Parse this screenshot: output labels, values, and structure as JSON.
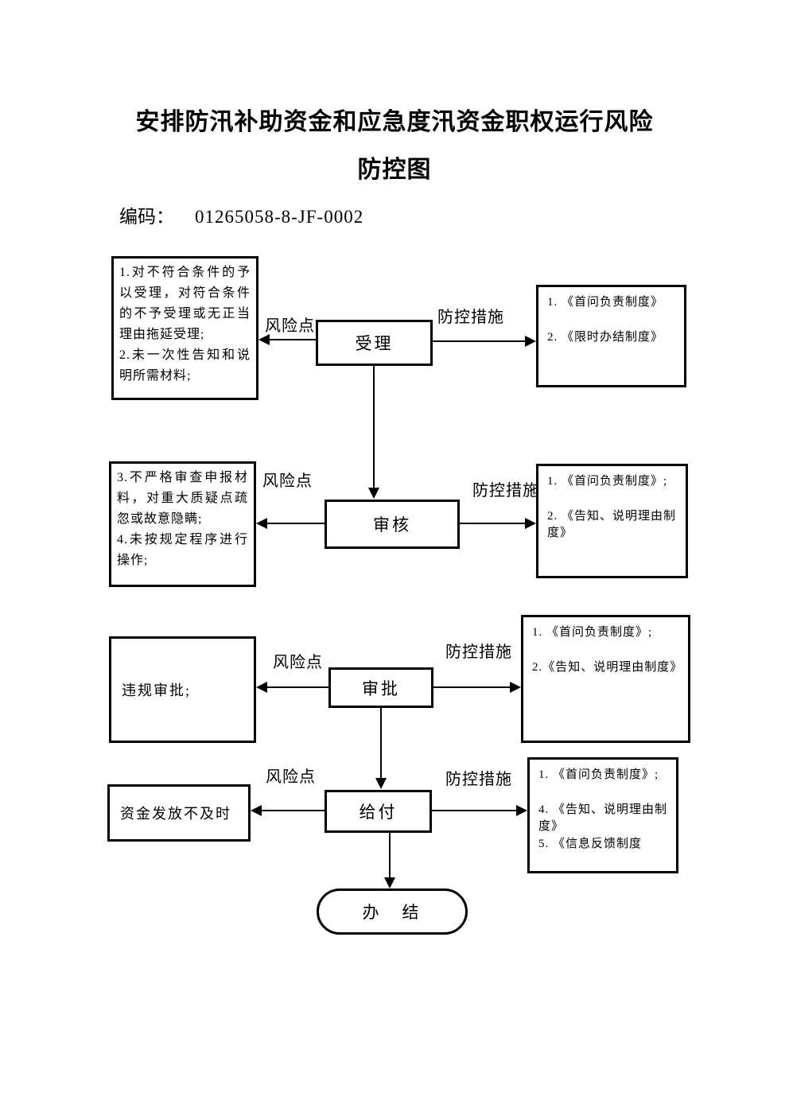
{
  "page": {
    "title_line1": "安排防汛补助资金和应急度汛资金职权运行风险",
    "title_line2": "防控图",
    "code_label": "编码：",
    "code_value": "01265058-8-JF-0002"
  },
  "labels": {
    "risk": "风险点",
    "measure": "防控措施"
  },
  "colors": {
    "ink": "#000000",
    "paper": "#ffffff"
  },
  "flow": {
    "steps": [
      {
        "name": "受理",
        "risks": "1.对不符合条件的予以受理，对符合条件的不予受理或无正当理由拖延受理;\n2.未一次性告知和说明所需材料;",
        "measures": "1. 《首问负责制度》\n\n2. 《限时办结制度》"
      },
      {
        "name": "审核",
        "risks": "3.不严格审查申报材料，对重大质疑点疏忽或故意隐瞒;\n4.未按规定程序进行操作;",
        "measures": "1. 《首问负责制度》;\n\n2. 《告知、说明理由制度》"
      },
      {
        "name": "审批",
        "risks": "违规审批;",
        "measures": "1. 《首问负责制度》;\n\n2.《告知、说明理由制度》"
      },
      {
        "name": "给付",
        "risks": "资金发放不及时",
        "measures": "1. 《首问负责制度》;\n\n4. 《告知、说明理由制度》\n5. 《信息反馈制度"
      }
    ],
    "terminal": "办　结"
  }
}
